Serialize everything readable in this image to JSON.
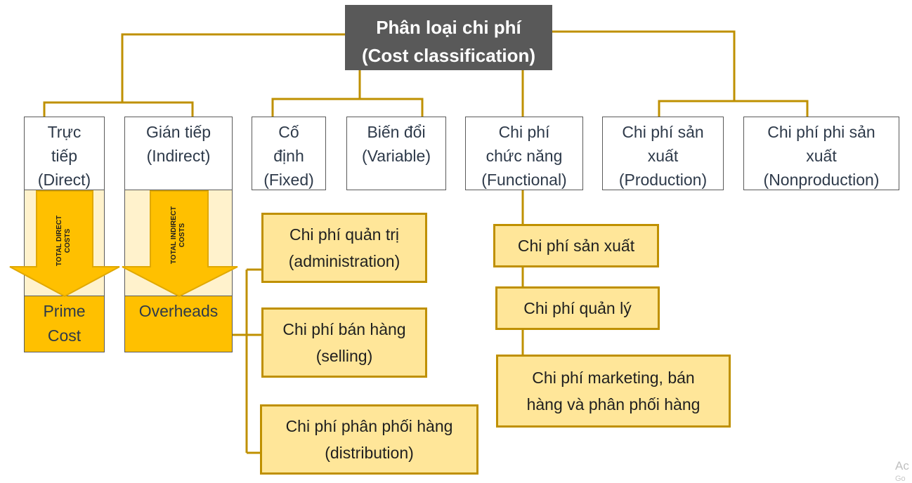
{
  "title": {
    "line1": "Phân loại chi phí",
    "line2": "(Cost classification)"
  },
  "categories": {
    "direct": [
      "Trực",
      "tiếp",
      "(Direct)"
    ],
    "indirect": [
      "Gián tiếp",
      "(Indirect)"
    ],
    "fixed": [
      "Cố",
      "định",
      "(Fixed)"
    ],
    "variable": [
      "Biến đổi",
      "(Variable)"
    ],
    "functional": [
      "Chi phí",
      "chức năng",
      "(Functional)"
    ],
    "production": [
      "Chi phí sản",
      "xuất",
      "(Production)"
    ],
    "nonproduction": [
      "Chi phí phi sản",
      "xuất",
      "(Nonproduction)"
    ]
  },
  "arrows": {
    "direct": [
      "TOTAL DIRECT",
      "COSTS"
    ],
    "indirect": [
      "TOTAL INDIRECT",
      "COSTS"
    ]
  },
  "results": {
    "prime_cost": [
      "Prime",
      "Cost"
    ],
    "overheads": "Overheads"
  },
  "overhead_items": {
    "administration": [
      "Chi phí quản trị",
      "(administration)"
    ],
    "selling": [
      "Chi phí bán hàng",
      "(selling)"
    ],
    "distribution": [
      "Chi phí phân phối hàng",
      "(distribution)"
    ]
  },
  "functional_items": {
    "production": "Chi phí sản xuất",
    "management": "Chi phí quản lý",
    "marketing": [
      "Chi phí marketing, bán",
      "hàng và phân phối hàng"
    ]
  },
  "watermark": {
    "line1": "Ac",
    "line2": "Go"
  },
  "colors": {
    "connector": "#bf9000",
    "title_bg": "#595959",
    "yellow_box": "#ffe699",
    "gold": "#ffc000",
    "light_column": "#fff2cc",
    "text": "#2e3a4a"
  }
}
